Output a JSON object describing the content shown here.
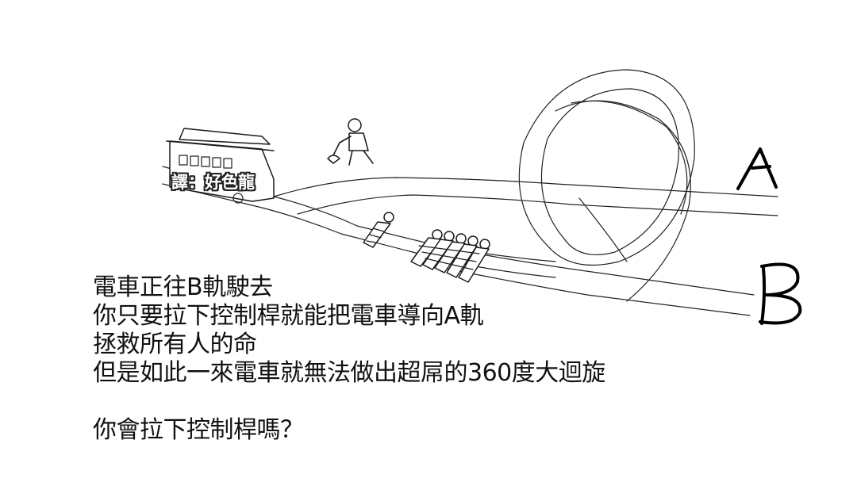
{
  "watermark": "譯：好色龍",
  "track_labels": {
    "upper": "A",
    "lower": "B"
  },
  "caption": {
    "line1": "電車正往B軌駛去",
    "line2": "你只要拉下控制桿就能把電車導向A軌",
    "line3": "拯救所有人的命",
    "line4": "但是如此一來電車就無法做出超屌的360度大迴旋",
    "question": "你會拉下控制桿嗎？"
  }
}
